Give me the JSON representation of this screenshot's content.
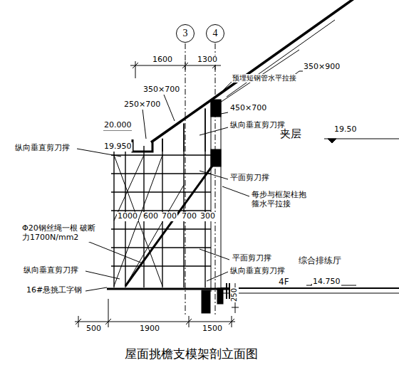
{
  "diagram": {
    "title": "屋面挑檐支模架剖立面图",
    "nodes": [
      {
        "text": [
          "3"
        ]
      },
      {
        "text": [
          "4"
        ]
      }
    ],
    "labels": [
      "1600",
      "1300",
      "350×900",
      "预埋短钢管水平拉接",
      "350×700",
      "250×700",
      "450×700",
      "20.000",
      "纵向垂直剪刀撑",
      "夹层",
      "19.50",
      "纵向垂直剪刀撑",
      "19.950",
      "平面剪刀撑",
      "每步与框架柱抱箍水平拉接",
      "1000",
      "600",
      "700",
      "700",
      "300",
      "Φ20钢丝绳一根 破断力1700N/mm2",
      "平面剪刀撑",
      "综合排练厅",
      "纵向垂直剪刀撑",
      "纵向垂直剪刀撑",
      "4F",
      "14.750",
      "16#悬挑工字钢",
      "500",
      "1900",
      "1500",
      "250"
    ]
  }
}
